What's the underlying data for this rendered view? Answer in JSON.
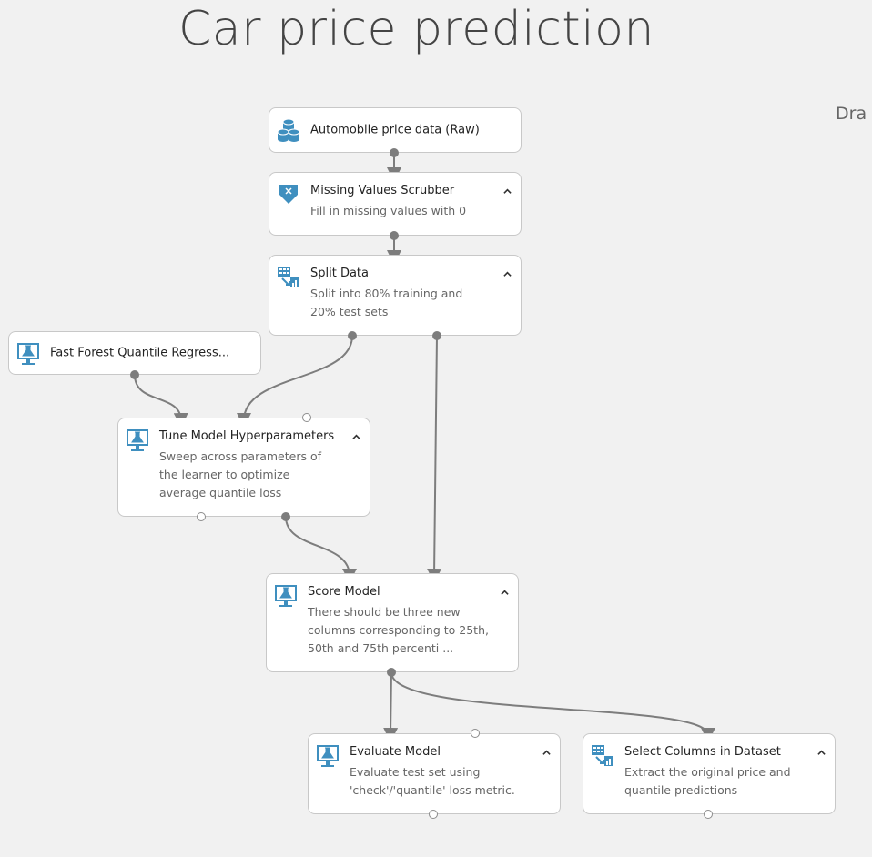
{
  "experiment": {
    "title": "Car price prediction",
    "status": "Dra"
  },
  "modules": [
    {
      "id": "automobile_data",
      "title": "Automobile price data (Raw)",
      "description": "",
      "icon": "dataset-cylinders-icon"
    },
    {
      "id": "missing_values",
      "title": "Missing Values Scrubber",
      "description": "Fill in missing values with 0",
      "icon": "download-arrow-icon"
    },
    {
      "id": "split_data",
      "title": "Split Data",
      "description": "Split into 80% training and 20% test sets",
      "icon": "split-data-icon"
    },
    {
      "id": "fast_forest",
      "title": "Fast Forest Quantile Regress...",
      "description": "",
      "icon": "flask-monitor-icon"
    },
    {
      "id": "tune_model",
      "title": "Tune Model Hyperparameters",
      "description": "Sweep across parameters of the learner to optimize average quantile loss",
      "icon": "flask-monitor-icon"
    },
    {
      "id": "score_model",
      "title": "Score Model",
      "description": "There should be three new columns corresponding to 25th, 50th and 75th percenti ...",
      "icon": "flask-monitor-icon"
    },
    {
      "id": "evaluate_model",
      "title": "Evaluate Model",
      "description": "Evaluate test set using 'check'/'quantile' loss metric.",
      "icon": "flask-monitor-icon"
    },
    {
      "id": "select_columns",
      "title": "Select Columns in Dataset",
      "description": "Extract the original price and quantile predictions",
      "icon": "split-data-icon"
    }
  ],
  "colors": {
    "background": "#f1f1f1",
    "module_border": "#c8c8c8",
    "icon_blue": "#3f8fbf",
    "connector": "#7d7d7d"
  }
}
